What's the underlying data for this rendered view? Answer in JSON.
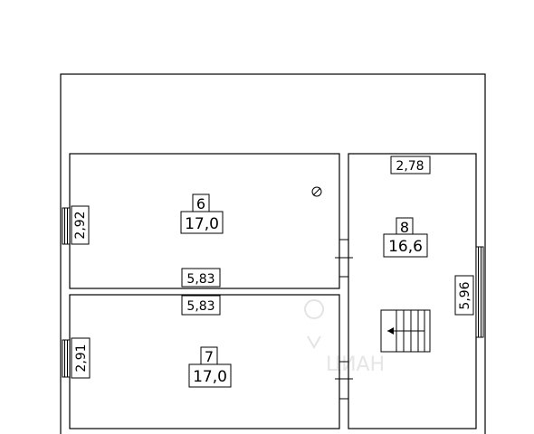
{
  "rooms": [
    {
      "id": "room6",
      "number": "6",
      "area": "17,0",
      "width": "5,83",
      "height": "2,92"
    },
    {
      "id": "room7",
      "number": "7",
      "area": "17,0",
      "width": "5,83",
      "height": "2,91"
    },
    {
      "id": "room8",
      "number": "8",
      "area": "16,6",
      "width": "2,78",
      "height": "5,96"
    }
  ],
  "watermark": "ЦИАН"
}
